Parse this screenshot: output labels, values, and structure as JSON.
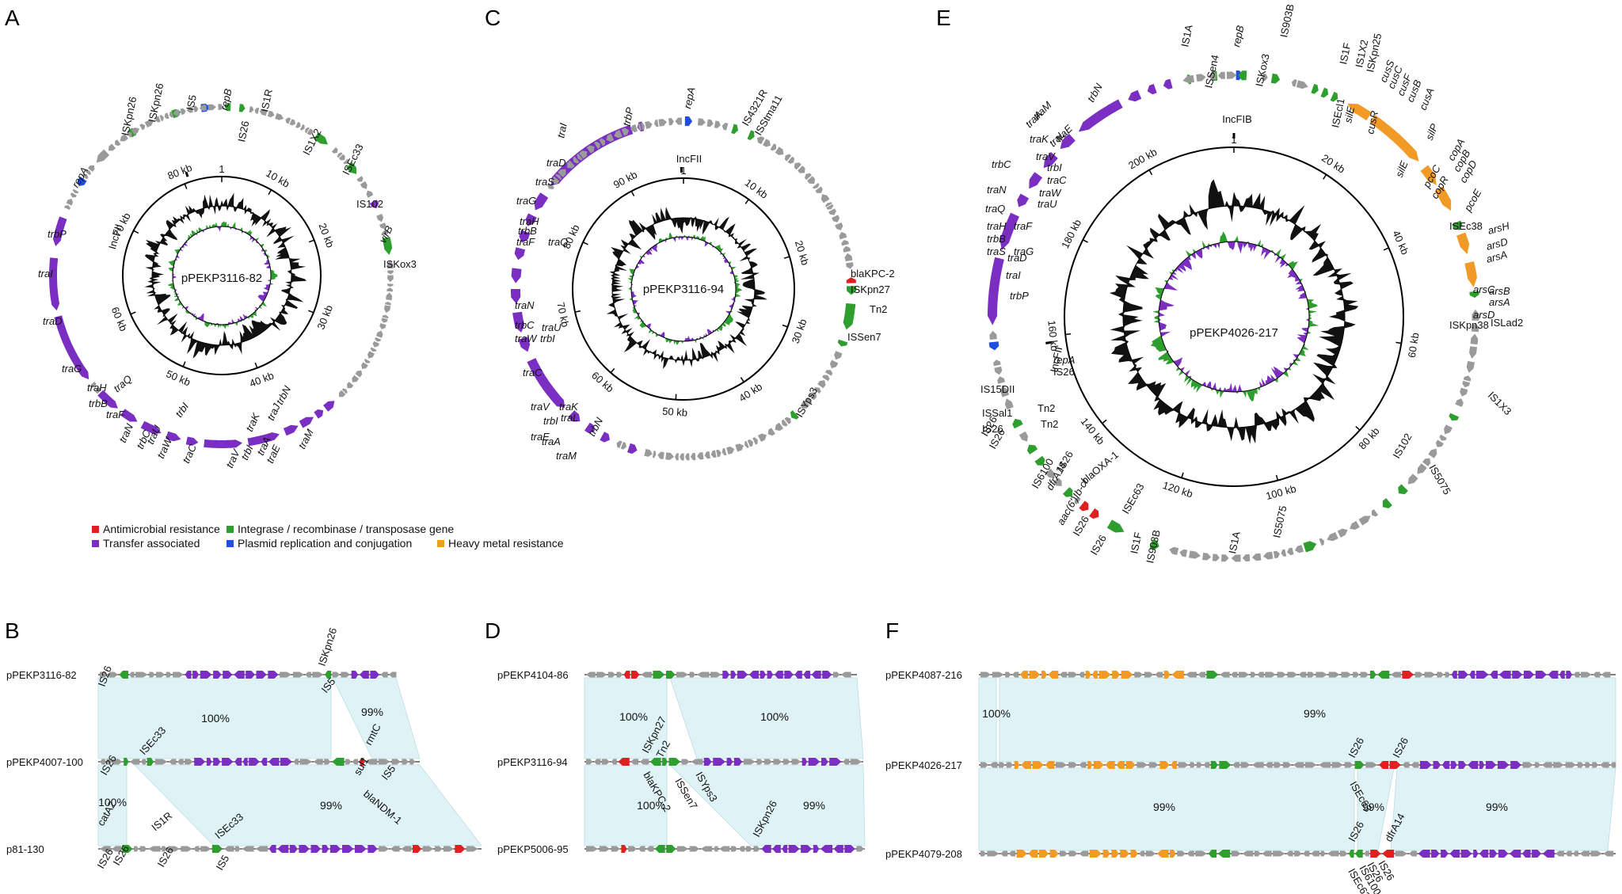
{
  "colors": {
    "resistance": "#e02020",
    "integrase": "#2e9e2e",
    "transfer": "#7b2fc2",
    "replication": "#1f4fe0",
    "heavy_metal": "#f29a26",
    "other": "#9a9a9a",
    "shade": "#dff3f7"
  },
  "panels": {
    "A": {
      "letter": "A",
      "plasmid": "pPEKP3116-82",
      "ticks": [
        "1",
        "10 kb",
        "20 kb",
        "30 kb",
        "40 kb",
        "50 kb",
        "60 kb",
        "70 kb",
        "80 kb"
      ],
      "inc": "IncFII",
      "genes": [
        {
          "t": "repB",
          "i": true
        },
        {
          "t": "IS1R"
        },
        {
          "t": "IS26"
        },
        {
          "t": "IS5"
        },
        {
          "t": "ISKpn26"
        },
        {
          "t": "ISKpn26"
        },
        {
          "t": "IS1X2"
        },
        {
          "t": "ISEc33"
        },
        {
          "t": "IS102"
        },
        {
          "t": "virB",
          "i": true
        },
        {
          "t": "ISKox3"
        },
        {
          "t": "repA",
          "i": true
        },
        {
          "t": "trbP",
          "i": true
        },
        {
          "t": "traI",
          "i": true
        },
        {
          "t": "traD",
          "i": true
        },
        {
          "t": "traG",
          "i": true
        },
        {
          "t": "traH",
          "i": true
        },
        {
          "t": "traQ",
          "i": true
        },
        {
          "t": "trbB",
          "i": true
        },
        {
          "t": "traF",
          "i": true
        },
        {
          "t": "traN",
          "i": true
        },
        {
          "t": "trbC",
          "i": true
        },
        {
          "t": "traU",
          "i": true
        },
        {
          "t": "traW",
          "i": true
        },
        {
          "t": "trbI",
          "i": true
        },
        {
          "t": "traC",
          "i": true
        },
        {
          "t": "traV",
          "i": true
        },
        {
          "t": "trbI",
          "i": true
        },
        {
          "t": "traK",
          "i": true
        },
        {
          "t": "traJ",
          "i": true
        },
        {
          "t": "traA",
          "i": true
        },
        {
          "t": "traE",
          "i": true
        },
        {
          "t": "traM",
          "i": true
        },
        {
          "t": "trbN",
          "i": true
        }
      ]
    },
    "C": {
      "letter": "C",
      "plasmid": "pPEKP3116-94",
      "ticks": [
        "1",
        "10 kb",
        "20 kb",
        "30 kb",
        "40 kb",
        "50 kb",
        "60 kb",
        "70 kb",
        "80 kb",
        "90 kb"
      ],
      "inc": "IncFII",
      "genes": [
        {
          "t": "repA",
          "i": true
        },
        {
          "t": "trbP",
          "i": true
        },
        {
          "t": "traI",
          "i": true
        },
        {
          "t": "IS4321R"
        },
        {
          "t": "ISStma11"
        },
        {
          "t": "traD",
          "i": true
        },
        {
          "t": "traS",
          "i": true
        },
        {
          "t": "traG",
          "i": true
        },
        {
          "t": "traH",
          "i": true
        },
        {
          "t": "trbB",
          "i": true
        },
        {
          "t": "traQ",
          "i": true
        },
        {
          "t": "traF",
          "i": true
        },
        {
          "t": "traN",
          "i": true
        },
        {
          "t": "trbC",
          "i": true
        },
        {
          "t": "traU",
          "i": true
        },
        {
          "t": "traW",
          "i": true
        },
        {
          "t": "trbI",
          "i": true
        },
        {
          "t": "traC",
          "i": true
        },
        {
          "t": "traV",
          "i": true
        },
        {
          "t": "traK",
          "i": true
        },
        {
          "t": "trbI",
          "i": true
        },
        {
          "t": "traL",
          "i": true
        },
        {
          "t": "traE",
          "i": true
        },
        {
          "t": "traA",
          "i": true
        },
        {
          "t": "traM",
          "i": true
        },
        {
          "t": "trbN",
          "i": true
        },
        {
          "t": "blaKPC-2"
        },
        {
          "t": "ISKpn27"
        },
        {
          "t": "Tn2"
        },
        {
          "t": "ISSen7"
        },
        {
          "t": "ISYps3"
        }
      ]
    },
    "E": {
      "letter": "E",
      "plasmid": "pPEKP4026-217",
      "ticks": [
        "1",
        "20 kb",
        "40 kb",
        "60 kb",
        "80 kb",
        "100 kb",
        "120 kb",
        "140 kb",
        "160 kb",
        "180 kb",
        "200 kb"
      ],
      "inc": [
        "IncFIB",
        "IncFII"
      ],
      "genes": [
        {
          "t": "IS1A"
        },
        {
          "t": "repB",
          "i": true
        },
        {
          "t": "IS903B"
        },
        {
          "t": "ISSen4"
        },
        {
          "t": "ISKox3"
        },
        {
          "t": "IS1F"
        },
        {
          "t": "IS1X2"
        },
        {
          "t": "ISKpn25"
        },
        {
          "t": "trbN",
          "i": true
        },
        {
          "t": "ISEcl1"
        },
        {
          "t": "silE",
          "i": true
        },
        {
          "t": "cusR",
          "i": true
        },
        {
          "t": "cusS",
          "i": true
        },
        {
          "t": "cusC",
          "i": true
        },
        {
          "t": "cusF",
          "i": true
        },
        {
          "t": "cusB",
          "i": true
        },
        {
          "t": "cusA",
          "i": true
        },
        {
          "t": "silP",
          "i": true
        },
        {
          "t": "copA",
          "i": true
        },
        {
          "t": "copB",
          "i": true
        },
        {
          "t": "copD",
          "i": true
        },
        {
          "t": "silE",
          "i": true
        },
        {
          "t": "pcoC",
          "i": true
        },
        {
          "t": "copR",
          "i": true
        },
        {
          "t": "pcoE",
          "i": true
        },
        {
          "t": "ISEc38"
        },
        {
          "t": "arsH",
          "i": true
        },
        {
          "t": "arsD",
          "i": true
        },
        {
          "t": "arsA",
          "i": true
        },
        {
          "t": "arsC",
          "i": true
        },
        {
          "t": "arsB",
          "i": true
        },
        {
          "t": "arsA",
          "i": true
        },
        {
          "t": "arsD",
          "i": true
        },
        {
          "t": "ISLad2"
        },
        {
          "t": "ISKpn38"
        },
        {
          "t": "IS1X3"
        },
        {
          "t": "IS102"
        },
        {
          "t": "IS5075"
        },
        {
          "t": "IS5075"
        },
        {
          "t": "IS1A"
        },
        {
          "t": "IS903B"
        },
        {
          "t": "IS1F"
        },
        {
          "t": "ISEc63"
        },
        {
          "t": "IS26"
        },
        {
          "t": "IS26"
        },
        {
          "t": "aac(6')Ib-cr",
          "i": true
        },
        {
          "t": "IS26"
        },
        {
          "t": "blaOXA-1"
        },
        {
          "t": "dfrA14",
          "i": true
        },
        {
          "t": "IS6100"
        },
        {
          "t": "IS26"
        },
        {
          "t": "IS26"
        },
        {
          "t": "ISSal1"
        },
        {
          "t": "IS26"
        },
        {
          "t": "Tn2"
        },
        {
          "t": "Tn2"
        },
        {
          "t": "IS15DII"
        },
        {
          "t": "repA",
          "i": true
        },
        {
          "t": "IS26"
        },
        {
          "t": "trbP",
          "i": true
        },
        {
          "t": "traI",
          "i": true
        },
        {
          "t": "traD",
          "i": true
        },
        {
          "t": "traS",
          "i": true
        },
        {
          "t": "traG",
          "i": true
        },
        {
          "t": "traH",
          "i": true
        },
        {
          "t": "trbB",
          "i": true
        },
        {
          "t": "traQ",
          "i": true
        },
        {
          "t": "traF",
          "i": true
        },
        {
          "t": "traN",
          "i": true
        },
        {
          "t": "traU",
          "i": true
        },
        {
          "t": "trbC",
          "i": true
        },
        {
          "t": "traW",
          "i": true
        },
        {
          "t": "traC",
          "i": true
        },
        {
          "t": "trbI",
          "i": true
        },
        {
          "t": "traV",
          "i": true
        },
        {
          "t": "traK",
          "i": true
        },
        {
          "t": "traL",
          "i": true
        },
        {
          "t": "traE",
          "i": true
        },
        {
          "t": "traA",
          "i": true
        },
        {
          "t": "traM",
          "i": true
        }
      ]
    },
    "B": {
      "letter": "B",
      "tracks": [
        "pPEKP3116-82",
        "pPEKP4007-100",
        "p81-130"
      ],
      "percents": [
        "100%",
        "99%",
        "100%",
        "99%"
      ],
      "labels": [
        "ISKpn26",
        "IS26",
        "IS5",
        "ISEc33",
        "rmtC",
        "IS26",
        "sul1",
        "IS5",
        "blaNDM-1",
        "catA2",
        "IS1R",
        "ISEc33",
        "IS26",
        "IS26",
        "IS26",
        "IS5"
      ]
    },
    "D": {
      "letter": "D",
      "tracks": [
        "pPEKP4104-86",
        "pPEKP3116-94",
        "pPEKP5006-95"
      ],
      "percents": [
        "100%",
        "100%",
        "100%",
        "99%"
      ],
      "labels": [
        "ISKpn27",
        "Tn2",
        "ISSen7",
        "blaKPC-2",
        "ISYps3",
        "ISKpn26"
      ]
    },
    "F": {
      "letter": "F",
      "tracks": [
        "pPEKP4087-216",
        "pPEKP4026-217",
        "pPEKP4079-208"
      ],
      "percents": [
        "100%",
        "99%",
        "99%",
        "99%",
        "99%"
      ],
      "labels": [
        "IS26",
        "IS26",
        "ISEc63",
        "IS26",
        "dfrA14",
        "IS26",
        "IS6100",
        "ISEc63",
        "IS26"
      ]
    }
  },
  "legend": [
    {
      "label": "Antimicrobial resistance",
      "color": "#e02020"
    },
    {
      "label": "Integrase / recombinase / transposase gene",
      "color": "#2e9e2e"
    },
    {
      "label": "Transfer associated",
      "color": "#7b2fc2"
    },
    {
      "label": "Plasmid replication and conjugation",
      "color": "#1f4fe0"
    },
    {
      "label": "Heavy metal resistance",
      "color": "#f29a26"
    }
  ]
}
